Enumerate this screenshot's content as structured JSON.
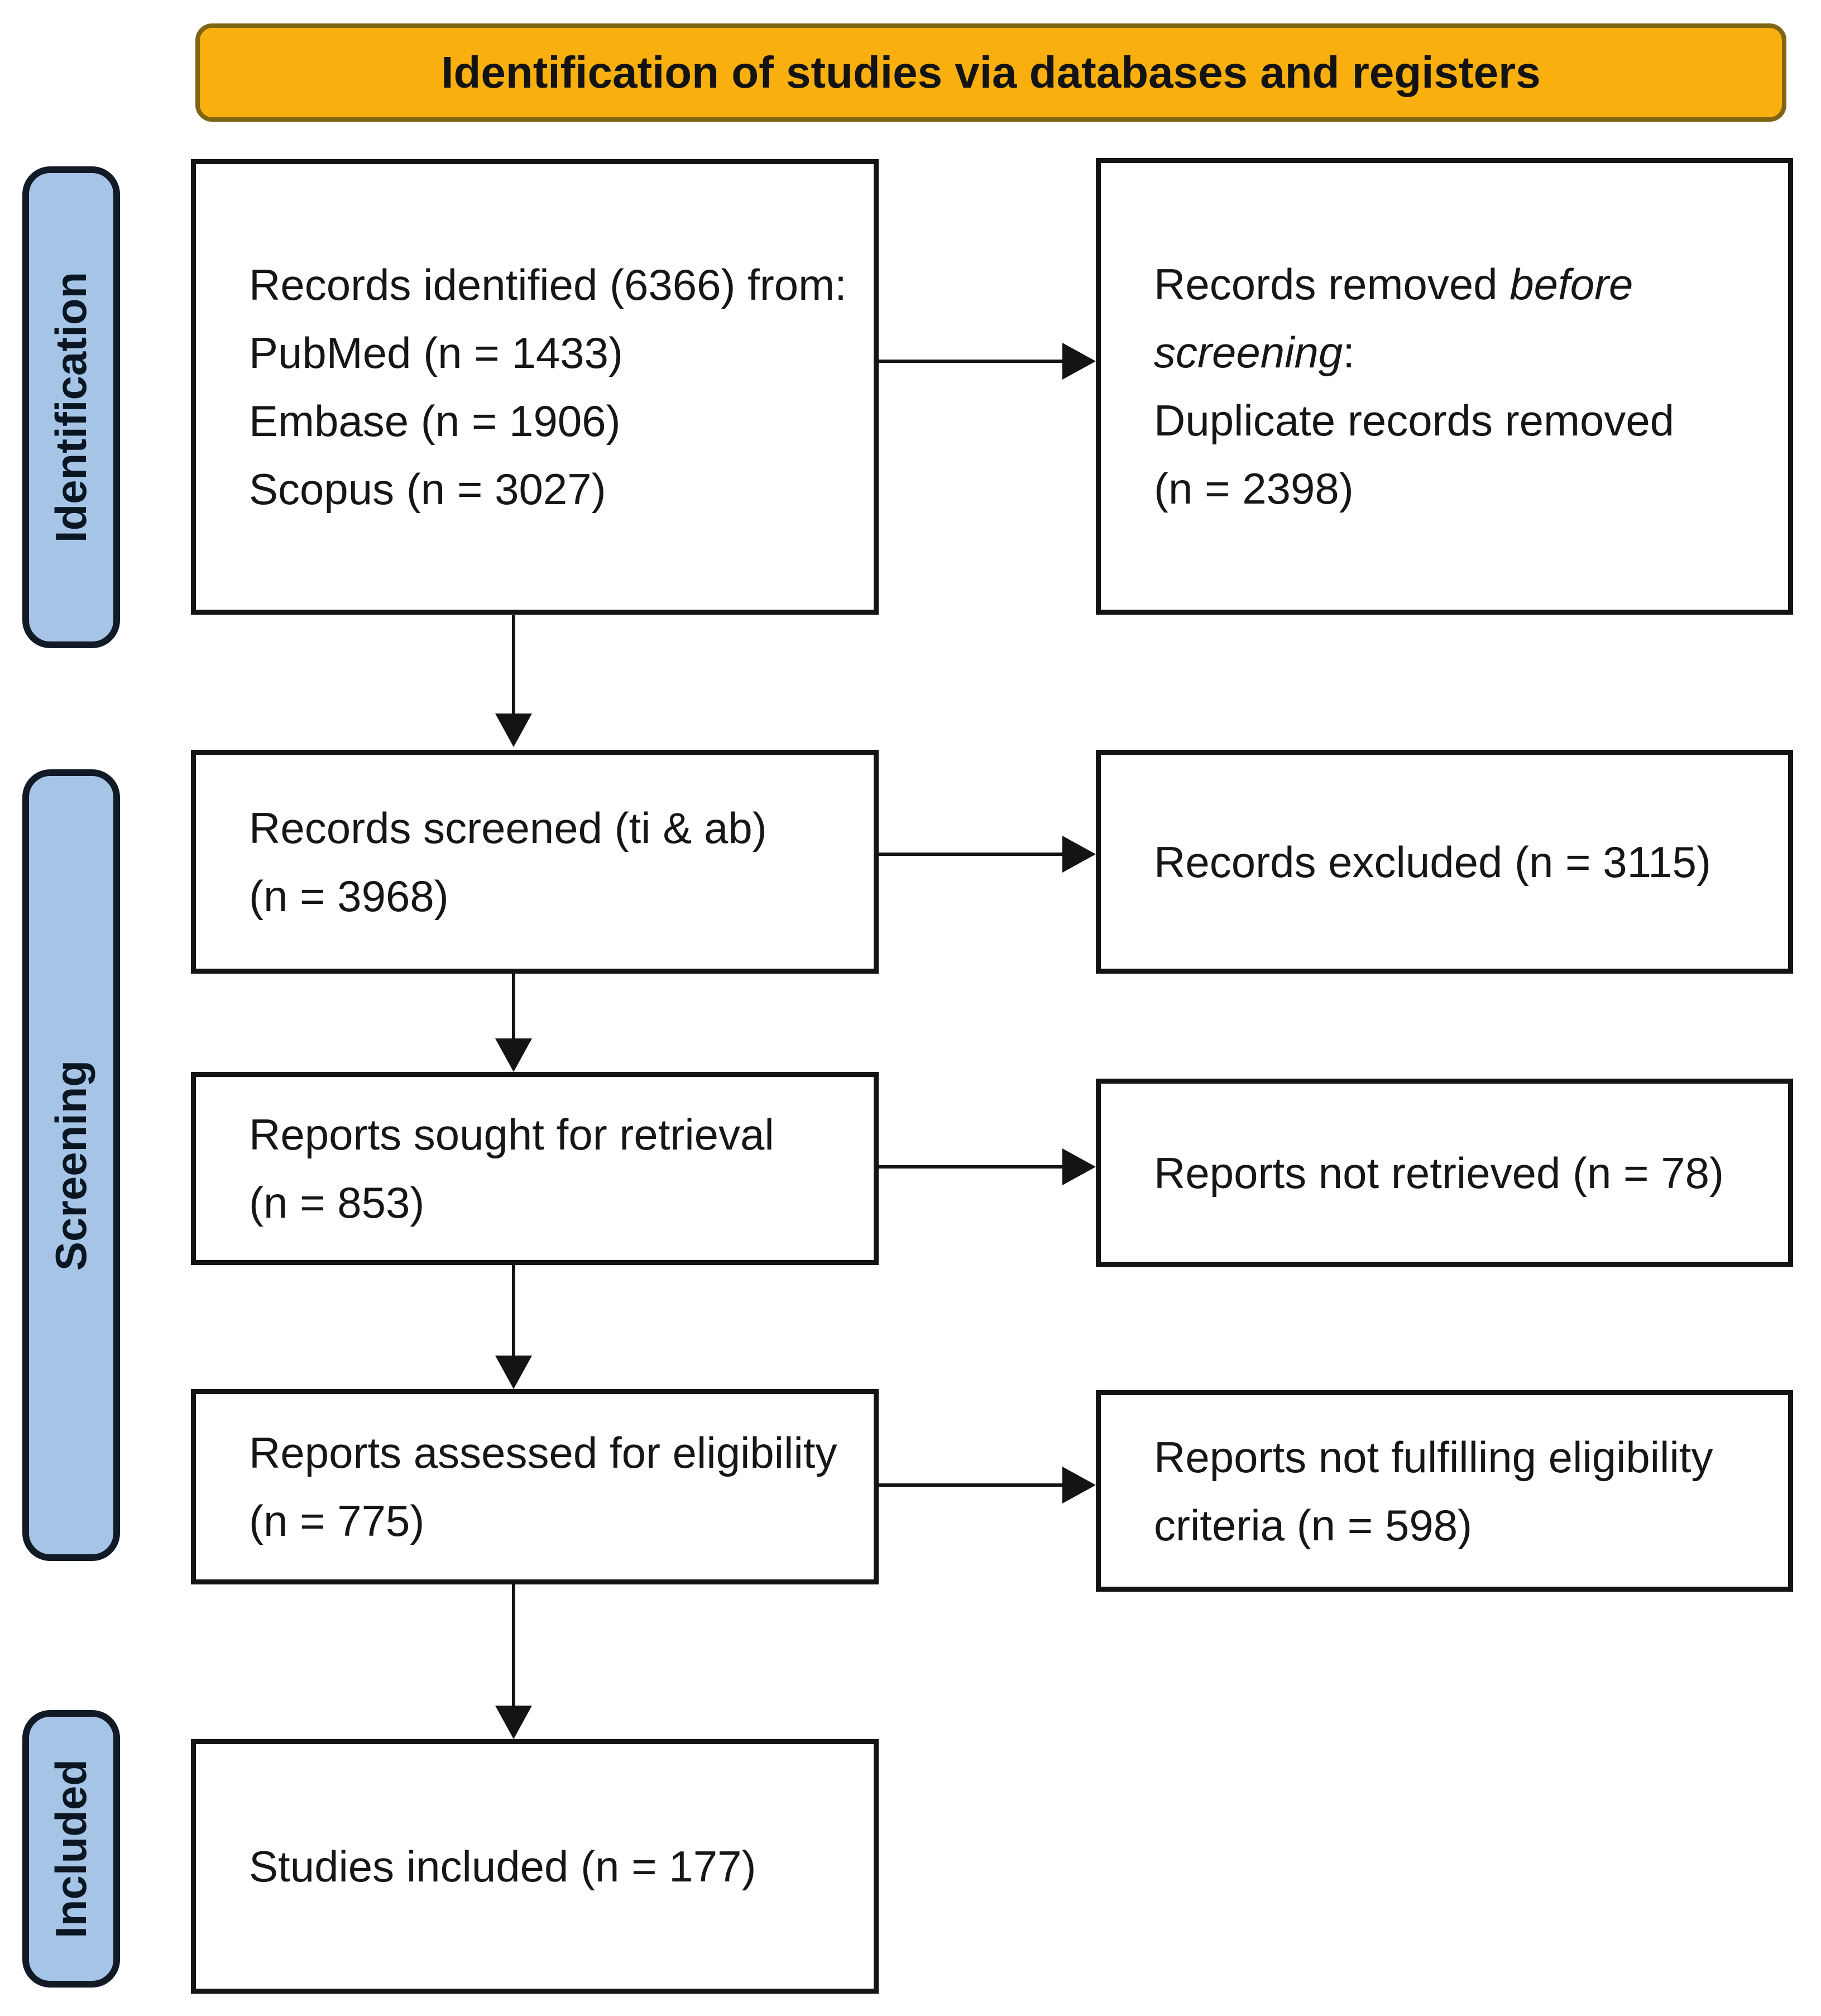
{
  "header": {
    "title": "Identification of studies via databases and registers"
  },
  "stages": [
    {
      "label": "Identification"
    },
    {
      "label": "Screening"
    },
    {
      "label": "Included"
    }
  ],
  "boxes": {
    "identified": {
      "lines": [
        "Records identified (6366) from:",
        "PubMed (n = 1433)",
        "Embase (n = 1906)",
        "Scopus (n = 3027)"
      ]
    },
    "removed_before_screening": {
      "lines": [
        [
          {
            "t": "Records removed "
          },
          {
            "t": "before",
            "i": true
          }
        ],
        [
          {
            "t": "screening",
            "i": true
          },
          {
            "t": ":"
          }
        ],
        "Duplicate records removed",
        "(n = 2398)"
      ]
    },
    "screened": {
      "lines": [
        "Records screened (ti & ab)",
        "(n = 3968)"
      ]
    },
    "excluded": {
      "lines": [
        "Records excluded (n = 3115)"
      ]
    },
    "sought": {
      "lines": [
        "Reports sought for retrieval",
        "(n = 853)"
      ]
    },
    "not_retrieved": {
      "lines": [
        "Reports not retrieved (n = 78)"
      ]
    },
    "assessed": {
      "lines": [
        "Reports assessed for eligibility",
        "(n = 775)"
      ]
    },
    "not_fulfilling": {
      "lines": [
        "Reports not fulfilling eligibility",
        "criteria (n = 598)"
      ]
    },
    "included_studies": {
      "lines": [
        "Studies included (n = 177)"
      ]
    }
  },
  "colors": {
    "banner_fill": "#F9B00F",
    "banner_border": "#7E6514",
    "stage_fill": "#A6C4E6",
    "stage_border": "#111A26",
    "box_border": "#141414",
    "arrow": "#141414"
  }
}
